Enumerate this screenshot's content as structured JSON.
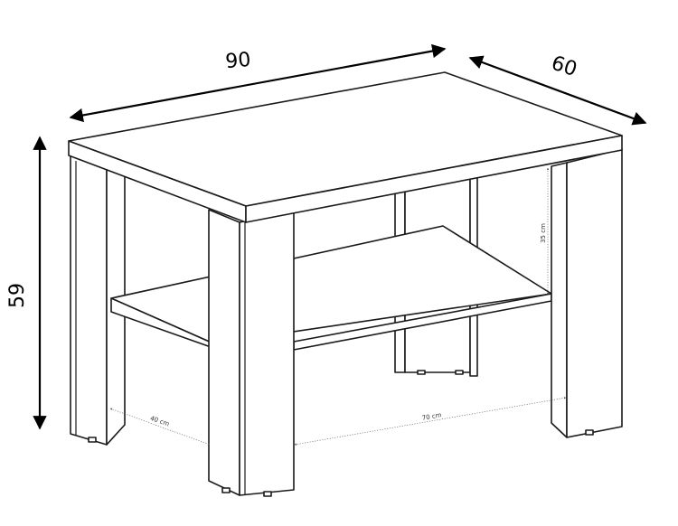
{
  "dimensions": {
    "width": "90",
    "depth": "60",
    "height": "59",
    "shelf_height": "35 cm",
    "inner_side": "40 cm",
    "inner_front": "70 cm"
  }
}
